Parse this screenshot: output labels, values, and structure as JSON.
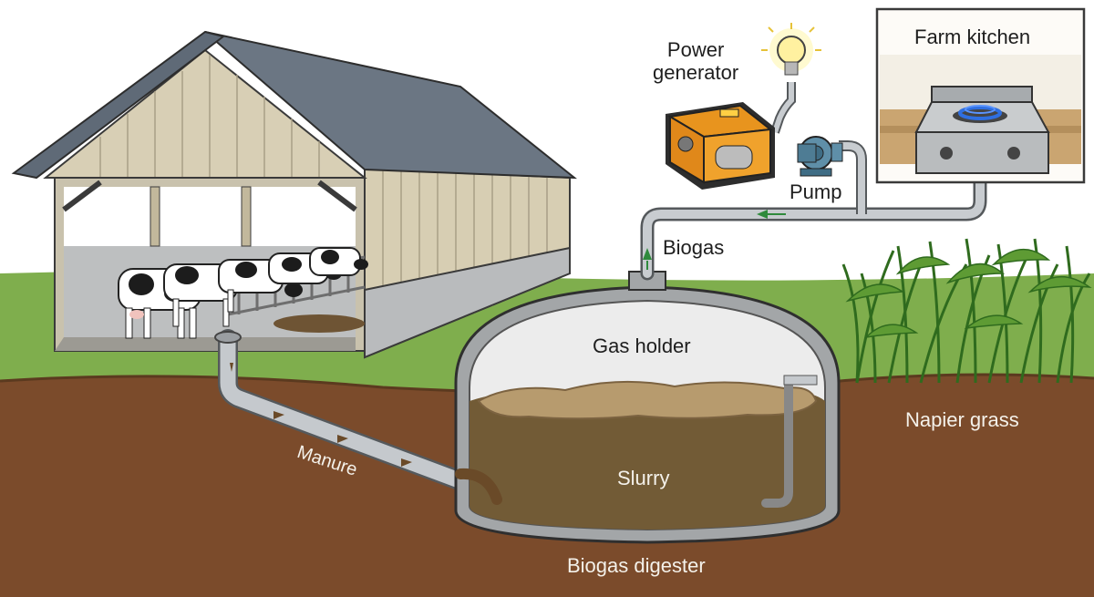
{
  "labels": {
    "power_generator": "Power\ngenerator",
    "farm_kitchen": "Farm kitchen",
    "pump": "Pump",
    "biogas": "Biogas",
    "gas_holder": "Gas holder",
    "napier_grass": "Napier grass",
    "manure": "Manure",
    "slurry": "Slurry",
    "biogas_digester": "Biogas digester"
  },
  "colors": {
    "soil": "#7a4a2c",
    "soil_dark": "#5e3820",
    "grass": "#79a548",
    "barn_wall": "#d8cfb6",
    "barn_roof": "#6c7784",
    "pipe": "#c7cbcf",
    "slurry": "#6f5a37",
    "flow_arrow": "#2f8a3c",
    "generator": "#e8941e",
    "flame": "#2f6fe0"
  },
  "icons": [
    "barn",
    "cow",
    "light-bulb-icon",
    "generator-icon",
    "pump-icon",
    "gas-stove-icon",
    "napier-grass"
  ]
}
